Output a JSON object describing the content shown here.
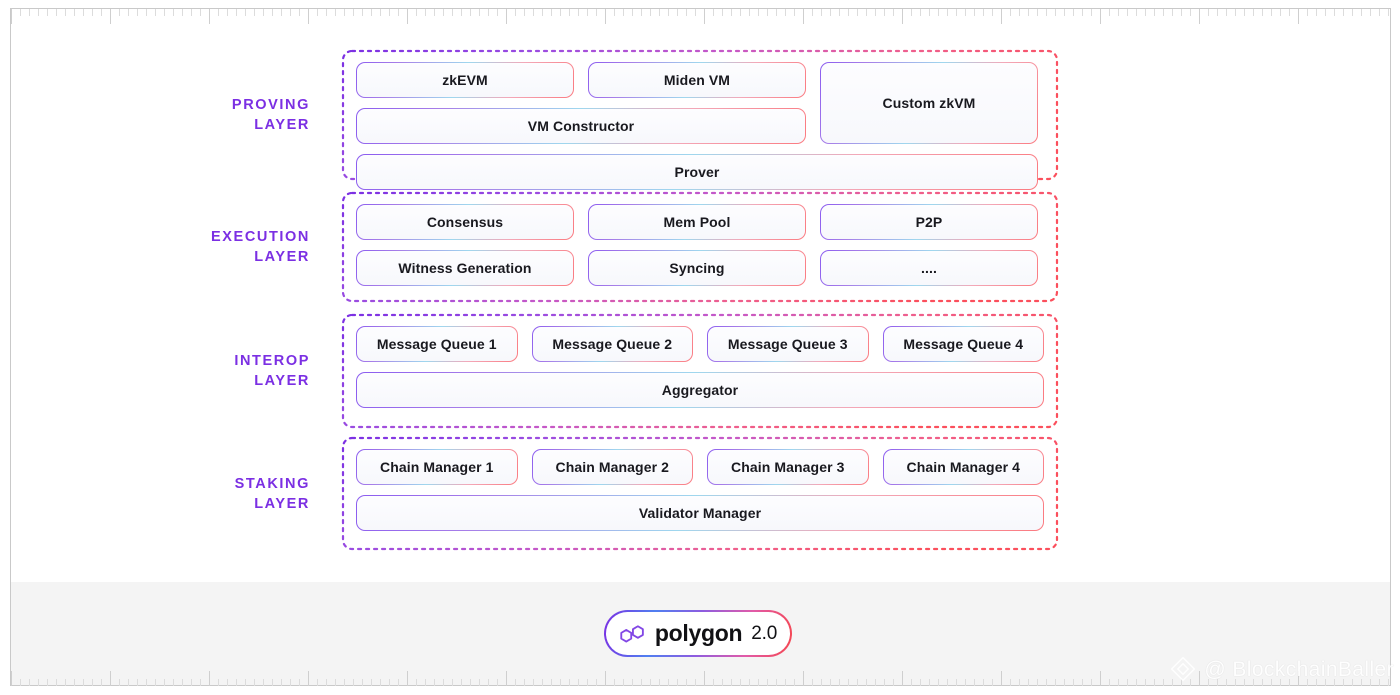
{
  "theme": {
    "accent_purple": "#7b2fe3",
    "accent_pink": "#fb5b66",
    "accent_blue": "#4f7ff0",
    "text_dark": "#19191f",
    "canvas_bg": "#ffffff",
    "footer_bg": "#f4f4f4"
  },
  "layers": [
    {
      "id": "proving",
      "label": "PROVING\nLAYER",
      "rows": [
        {
          "nodes": [
            {
              "text": "zkEVM",
              "span": 1
            },
            {
              "text": "Miden VM",
              "span": 1
            }
          ]
        },
        {
          "nodes": [
            {
              "text": "VM Constructor",
              "span": 2
            }
          ]
        },
        {
          "nodes": [
            {
              "text": "Prover",
              "span": 3
            }
          ]
        }
      ],
      "tall_node": {
        "text": "Custom zkVM"
      }
    },
    {
      "id": "execution",
      "label": "EXECUTION\nLAYER",
      "rows": [
        {
          "nodes": [
            {
              "text": "Consensus",
              "span": 1
            },
            {
              "text": "Mem Pool",
              "span": 1
            },
            {
              "text": "P2P",
              "span": 1
            }
          ]
        },
        {
          "nodes": [
            {
              "text": "Witness Generation",
              "span": 1
            },
            {
              "text": "Syncing",
              "span": 1
            },
            {
              "text": "....",
              "span": 1
            }
          ]
        }
      ]
    },
    {
      "id": "interop",
      "label": "INTEROP\nLAYER",
      "rows": [
        {
          "nodes": [
            {
              "text": "Message Queue 1",
              "span": 1
            },
            {
              "text": "Message Queue 2",
              "span": 1
            },
            {
              "text": "Message Queue 3",
              "span": 1
            },
            {
              "text": "Message Queue 4",
              "span": 1
            }
          ]
        },
        {
          "nodes": [
            {
              "text": "Aggregator",
              "span": 4
            }
          ]
        }
      ]
    },
    {
      "id": "staking",
      "label": "STAKING\nLAYER",
      "rows": [
        {
          "nodes": [
            {
              "text": "Chain Manager 1",
              "span": 1
            },
            {
              "text": "Chain Manager 2",
              "span": 1
            },
            {
              "text": "Chain Manager 3",
              "span": 1
            },
            {
              "text": "Chain Manager 4",
              "span": 1
            }
          ]
        },
        {
          "nodes": [
            {
              "text": "Validator Manager",
              "span": 4
            }
          ]
        }
      ]
    }
  ],
  "branding": {
    "logo_icon": "polygon-hexagon-icon",
    "wordmark": "polygon",
    "version": "2.0"
  },
  "watermark": {
    "icon": "diamond-logo-icon",
    "text": "@ BlockchainBaller"
  }
}
